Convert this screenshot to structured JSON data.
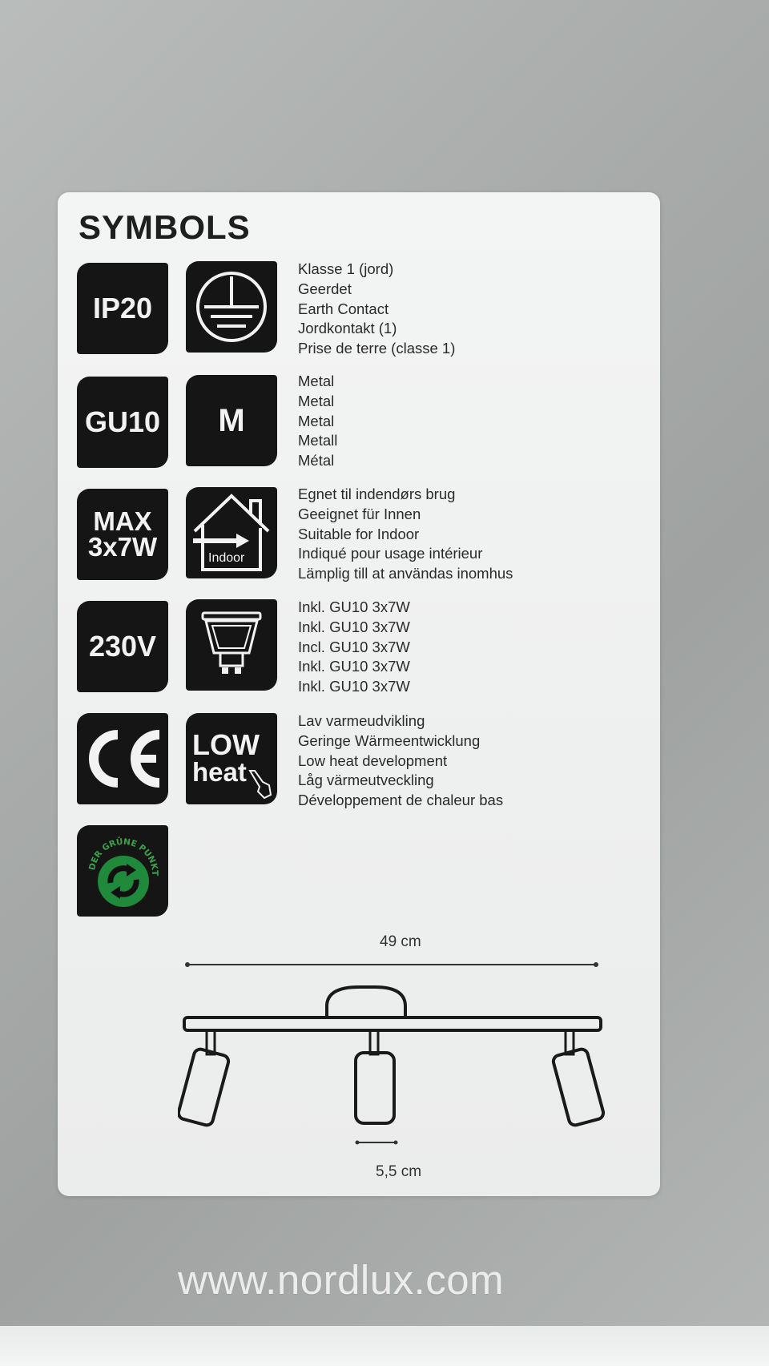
{
  "card": {
    "title": "SYMBOLS"
  },
  "rows": [
    {
      "left_tile": "IP20",
      "right_tile": "earth-ground-icon",
      "lines": [
        "Klasse 1 (jord)",
        "Geerdet",
        "Earth Contact",
        "Jordkontakt (1)",
        "Prise de terre (classe 1)"
      ]
    },
    {
      "left_tile": "GU10",
      "right_tile": "M",
      "lines": [
        "Metal",
        "Metal",
        "Metal",
        "Metall",
        "Métal"
      ]
    },
    {
      "left_tile_lines": [
        "MAX",
        "3x7W"
      ],
      "right_tile_label": "Indoor",
      "lines": [
        "Egnet til indendørs brug",
        "Geeignet für Innen",
        "Suitable for Indoor",
        "Indiqué pour usage intérieur",
        "Lämplig till at användas inomhus"
      ]
    },
    {
      "left_tile": "230V",
      "right_tile": "gu10-bulb-icon",
      "lines": [
        "Inkl. GU10 3x7W",
        "Inkl. GU10 3x7W",
        "Incl. GU10 3x7W",
        "Inkl. GU10 3x7W",
        "Inkl. GU10 3x7W"
      ]
    },
    {
      "left_tile": "ce-mark-icon",
      "right_tile_lines": [
        "LOW",
        "heat"
      ],
      "lines": [
        "Lav varmeudvikling",
        "Geringe Wärmeentwicklung",
        "Low heat development",
        "Låg värmeutveckling",
        "Développement de chaleur bas"
      ]
    }
  ],
  "green_dot": {
    "text": "DER GRÜNE PUNKT"
  },
  "drawing": {
    "width_label": "49 cm",
    "spot_label": "5,5 cm"
  },
  "website": "www.nordlux.com",
  "colors": {
    "tile": "#151515",
    "card": "#f0f1f1",
    "green_dot": "#1f8a3b"
  }
}
